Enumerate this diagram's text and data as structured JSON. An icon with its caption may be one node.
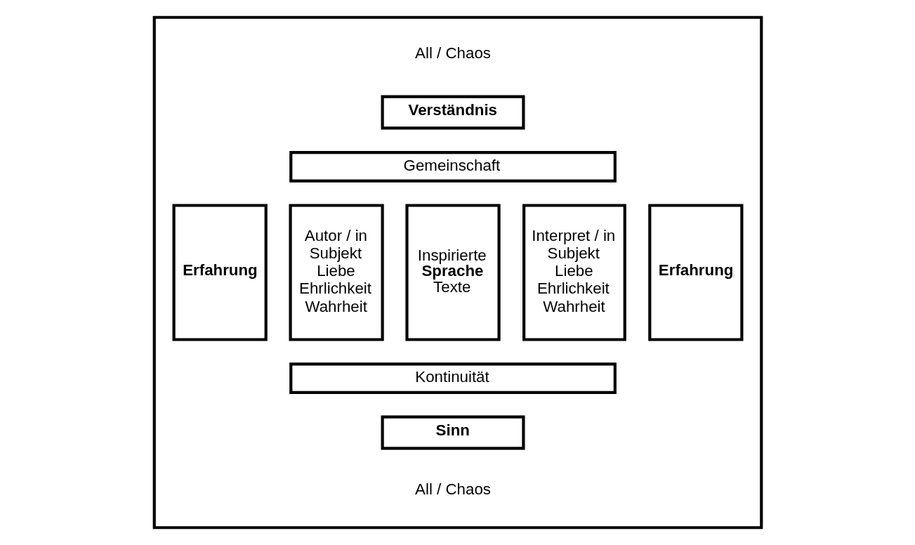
{
  "diagram": {
    "nodes": [
      {
        "text": [],
        "shape": "box"
      },
      {
        "text": [
          "Verständnis"
        ],
        "in": 0
      },
      {
        "text": [
          "Gemeinschaft"
        ],
        "in": 0
      },
      {
        "text": [
          "Erfahrung"
        ],
        "in": 0
      },
      {
        "text": [
          "Autor / in",
          "Subjekt",
          "Liebe",
          "Ehrlichkeit",
          "Wahrheit"
        ],
        "in": 0
      },
      {
        "text": [
          "Inspirierte",
          "Sprache",
          "Texte"
        ],
        "in": 0
      },
      {
        "text": [
          "Interpret / in",
          "Subjekt",
          "Liebe",
          "Ehrlichkeit",
          "Wahrheit"
        ],
        "in": 0
      },
      {
        "text": [
          "Erfahrung"
        ],
        "in": 0
      },
      {
        "text": [
          "Kontinuität"
        ],
        "in": 0
      },
      {
        "text": [
          "Sinn"
        ],
        "in": 0
      }
    ],
    "labels": [
      "All / Chaos",
      "All / Chaos"
    ]
  }
}
